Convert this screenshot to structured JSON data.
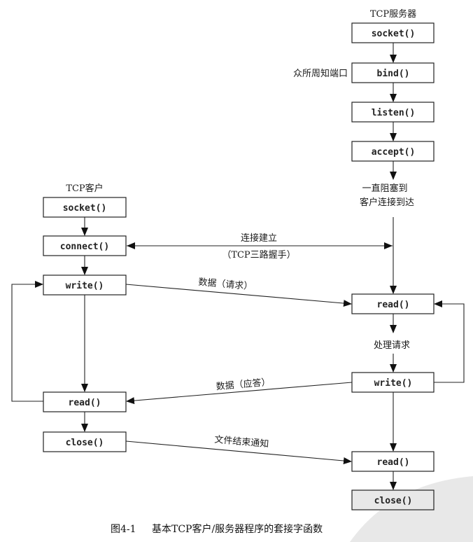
{
  "server": {
    "title": "TCP服务器",
    "steps": [
      "socket()",
      "bind()",
      "listen()",
      "accept()",
      "read()",
      "write()",
      "read()",
      "close()"
    ],
    "bind_note": "众所周知端口",
    "block_note_line1": "一直阻塞到",
    "block_note_line2": "客户连接到达",
    "process_note": "处理请求"
  },
  "client": {
    "title": "TCP客户",
    "steps": [
      "socket()",
      "connect()",
      "write()",
      "read()",
      "close()"
    ]
  },
  "messages": {
    "connect_line1": "连接建立",
    "connect_line2": "（TCP三路握手）",
    "request": "数据（请求）",
    "reply": "数据（应答）",
    "eof": "文件结束通知"
  },
  "caption": {
    "number": "图4-1",
    "text": "基本TCP客户/服务器程序的套接字函数"
  }
}
